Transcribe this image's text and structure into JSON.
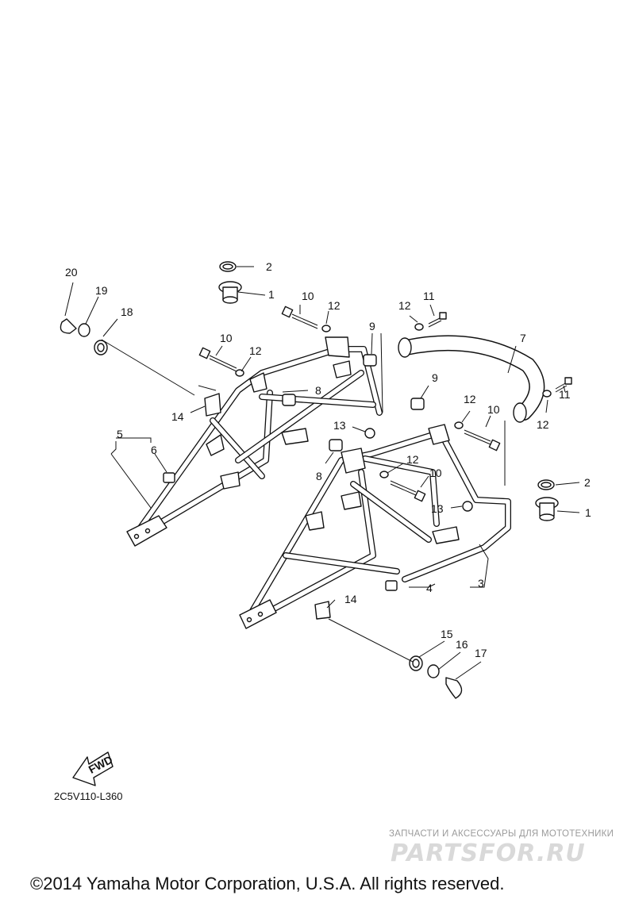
{
  "callouts": {
    "c1a": "1",
    "c1b": "1",
    "c2a": "2",
    "c2b": "2",
    "c3": "3",
    "c4": "4",
    "c5": "5",
    "c6": "6",
    "c7": "7",
    "c8a": "8",
    "c8b": "8",
    "c9a": "9",
    "c9b": "9",
    "c10a": "10",
    "c10b": "10",
    "c10c": "10",
    "c10d": "10",
    "c11a": "11",
    "c11b": "11",
    "c12a": "12",
    "c12b": "12",
    "c12c": "12",
    "c12d": "12",
    "c12e": "12",
    "c12f": "12",
    "c13a": "13",
    "c13b": "13",
    "c14a": "14",
    "c14b": "14",
    "c15": "15",
    "c16": "16",
    "c17": "17",
    "c18": "18",
    "c19": "19",
    "c20": "20"
  },
  "fwd_label": "FWD",
  "diagram_code": "2C5V110-L360",
  "watermark": {
    "tagline": "ЗАПЧАСТИ И АКСЕССУАРЫ ДЛЯ МОТОТЕХНИКИ",
    "brand": "PARTSFOR.RU"
  },
  "copyright": "©2014 Yamaha Motor Corporation, U.S.A. All rights reserved."
}
